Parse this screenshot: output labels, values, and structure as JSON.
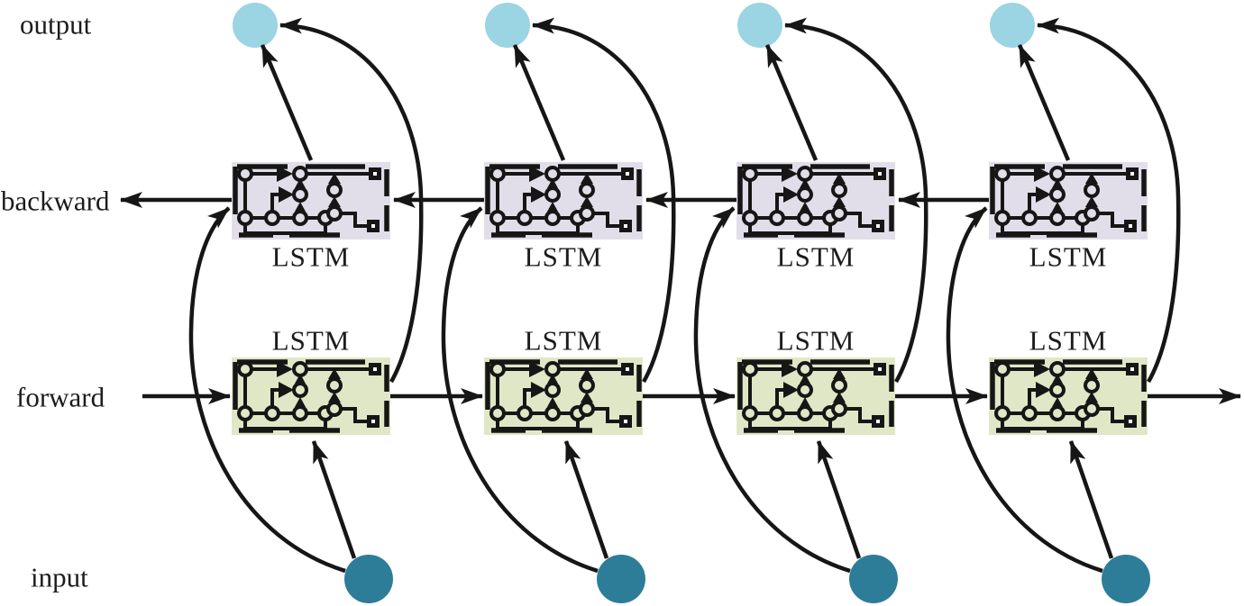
{
  "diagram": {
    "type": "bidirectional-lstm-unrolled-network",
    "row_labels": {
      "output": "output",
      "backward": "backward",
      "forward": "forward",
      "input": "input"
    },
    "block_label": "LSTM",
    "timesteps": 4,
    "nodes": {
      "output_nodes": 4,
      "input_nodes": 4,
      "backward_lstm_blocks": 4,
      "forward_lstm_blocks": 4
    },
    "connections_shown": [
      "input node -> forward LSTM block (same column, straight arrow)",
      "input node -> backward LSTM block (same column, curved arrow)",
      "backward LSTM block -> output node (same column, straight arrow)",
      "forward LSTM block -> output node (same column, curved arrow)",
      "forward LSTM blocks chained left-to-right with rightward arrows",
      "backward LSTM blocks chained right-to-left with leftward arrows"
    ],
    "colors": {
      "output_node": "#9bd4e3",
      "input_node": "#2d7d98",
      "backward_block": "#e2dee9",
      "forward_block": "#e0e7c6",
      "line": "#161616",
      "background": "#ffffff"
    }
  }
}
